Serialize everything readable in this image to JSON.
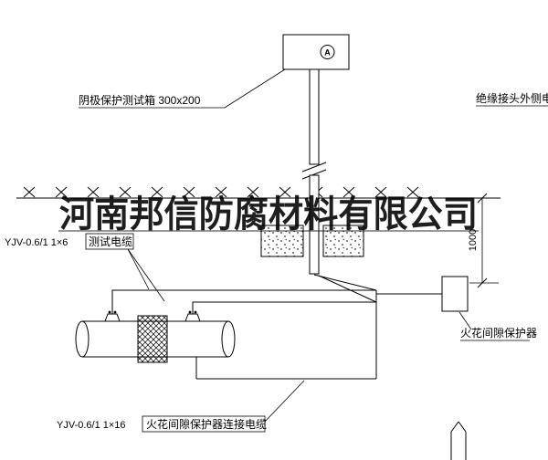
{
  "watermark": {
    "text": "河南邦信防腐材料有限公司"
  },
  "labels": {
    "test_box": "阴极保护测试箱 300x200",
    "insulated_joint_cable": "绝缘接头外侧电缆",
    "test_cable_spec": "YJV-0.6/1 1×6",
    "test_cable_name": "测试电缆",
    "spark_gap_protector": "火花间隙保护器",
    "bottom_cable_spec": "YJV-0.6/1 1×16",
    "bottom_cable_name": "火花间隙保护器连接电缆",
    "ammeter_letter": "A",
    "dimension_1000": "1000"
  },
  "colors": {
    "line": "#000000",
    "background": "#ffffff",
    "watermark": "#111111"
  }
}
